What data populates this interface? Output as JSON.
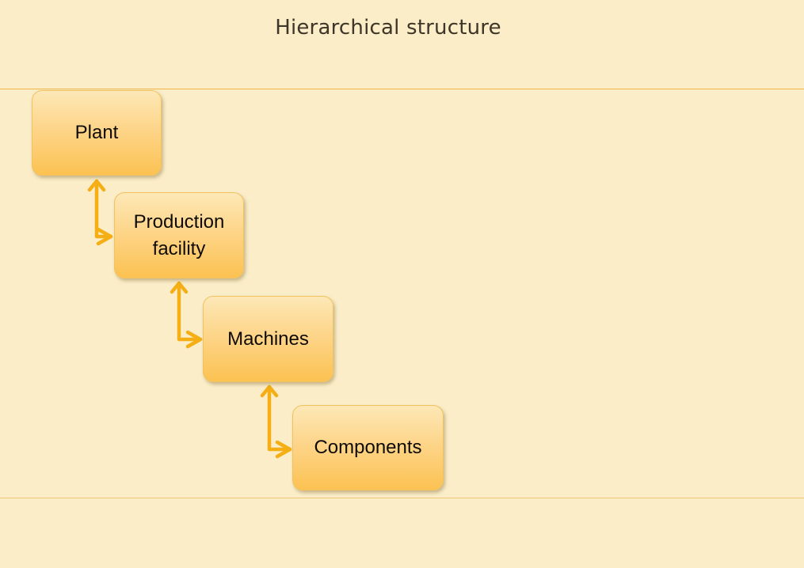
{
  "title": "Hierarchical structure",
  "colors": {
    "background": "#faedc8",
    "node_top": "#fde8b6",
    "node_bottom": "#fcc252",
    "connector": "#f5ae14",
    "rule": "#eeb446"
  },
  "nodes": [
    {
      "label": "Plant"
    },
    {
      "label": "Production facility"
    },
    {
      "label": "Machines"
    },
    {
      "label": "Components"
    }
  ]
}
